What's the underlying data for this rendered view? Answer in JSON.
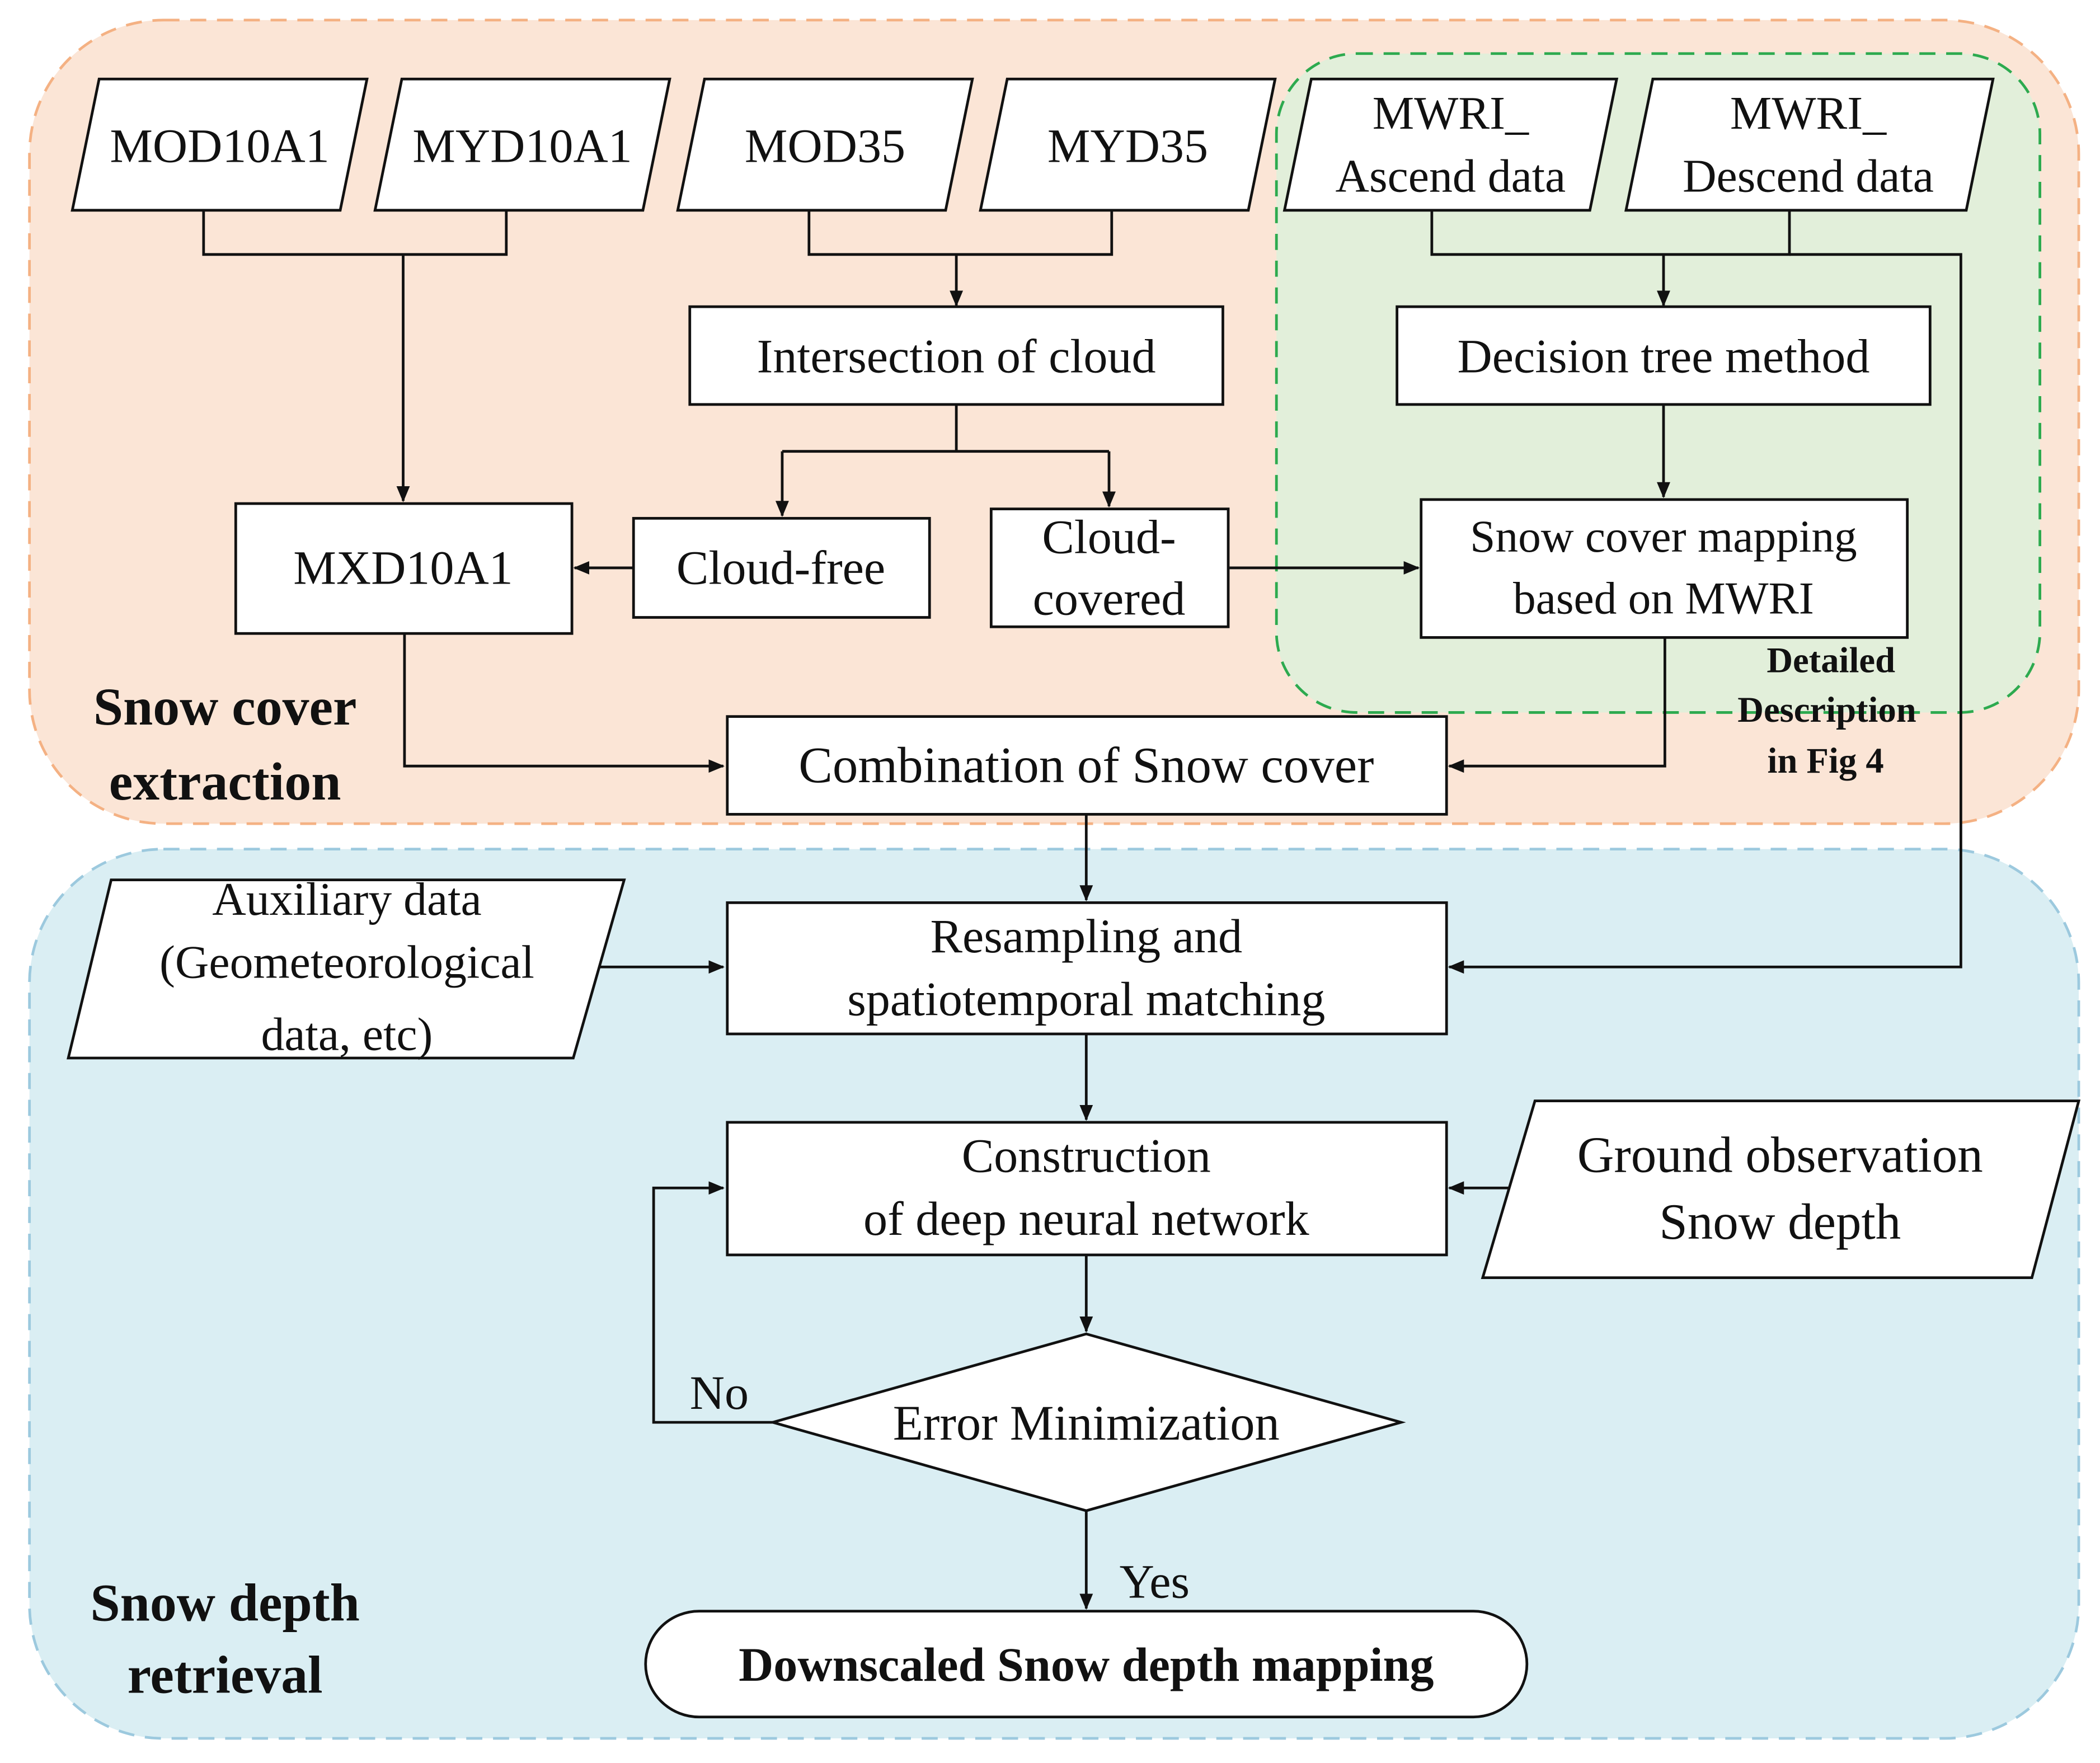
{
  "regions": {
    "snow_cover": {
      "label_lines": [
        "Snow cover",
        "extraction"
      ],
      "fill": "#FBE5D6",
      "border": "#F4B183"
    },
    "snow_depth": {
      "label_lines": [
        "Snow depth",
        "retrieval"
      ],
      "fill": "#DAEEF3",
      "border": "#9CC9DE"
    },
    "mwri_detail": {
      "fill": "#E2EFDA",
      "border": "#2DAA4F"
    }
  },
  "inputs": {
    "mod10a1": "MOD10A1",
    "myd10a1": "MYD10A1",
    "mod35": "MOD35",
    "myd35": "MYD35",
    "mwri_ascend": [
      "MWRI_",
      "Ascend data"
    ],
    "mwri_descend": [
      "MWRI_",
      "Descend data"
    ],
    "auxiliary": [
      "Auxiliary data",
      "(Geometeorological",
      "data, etc)"
    ],
    "ground_obs": [
      "Ground observation",
      "Snow depth"
    ]
  },
  "process": {
    "intersection_cloud": "Intersection of cloud",
    "decision_tree": "Decision tree method",
    "mxd10a1": "MXD10A1",
    "cloud_free": "Cloud-free",
    "cloud_covered": [
      "Cloud-",
      "covered"
    ],
    "snow_cover_mwri": [
      "Snow cover mapping",
      "based on MWRI"
    ],
    "combination": "Combination of Snow cover",
    "resampling": [
      "Resampling and",
      "spatiotemporal matching"
    ],
    "construction": [
      "Construction",
      "of deep neural network"
    ],
    "error_min": "Error Minimization",
    "output": "Downscaled Snow depth mapping"
  },
  "annotations": {
    "detailed": [
      "Detailed",
      "Description",
      "in Fig 4"
    ],
    "no": "No",
    "yes": "Yes"
  }
}
